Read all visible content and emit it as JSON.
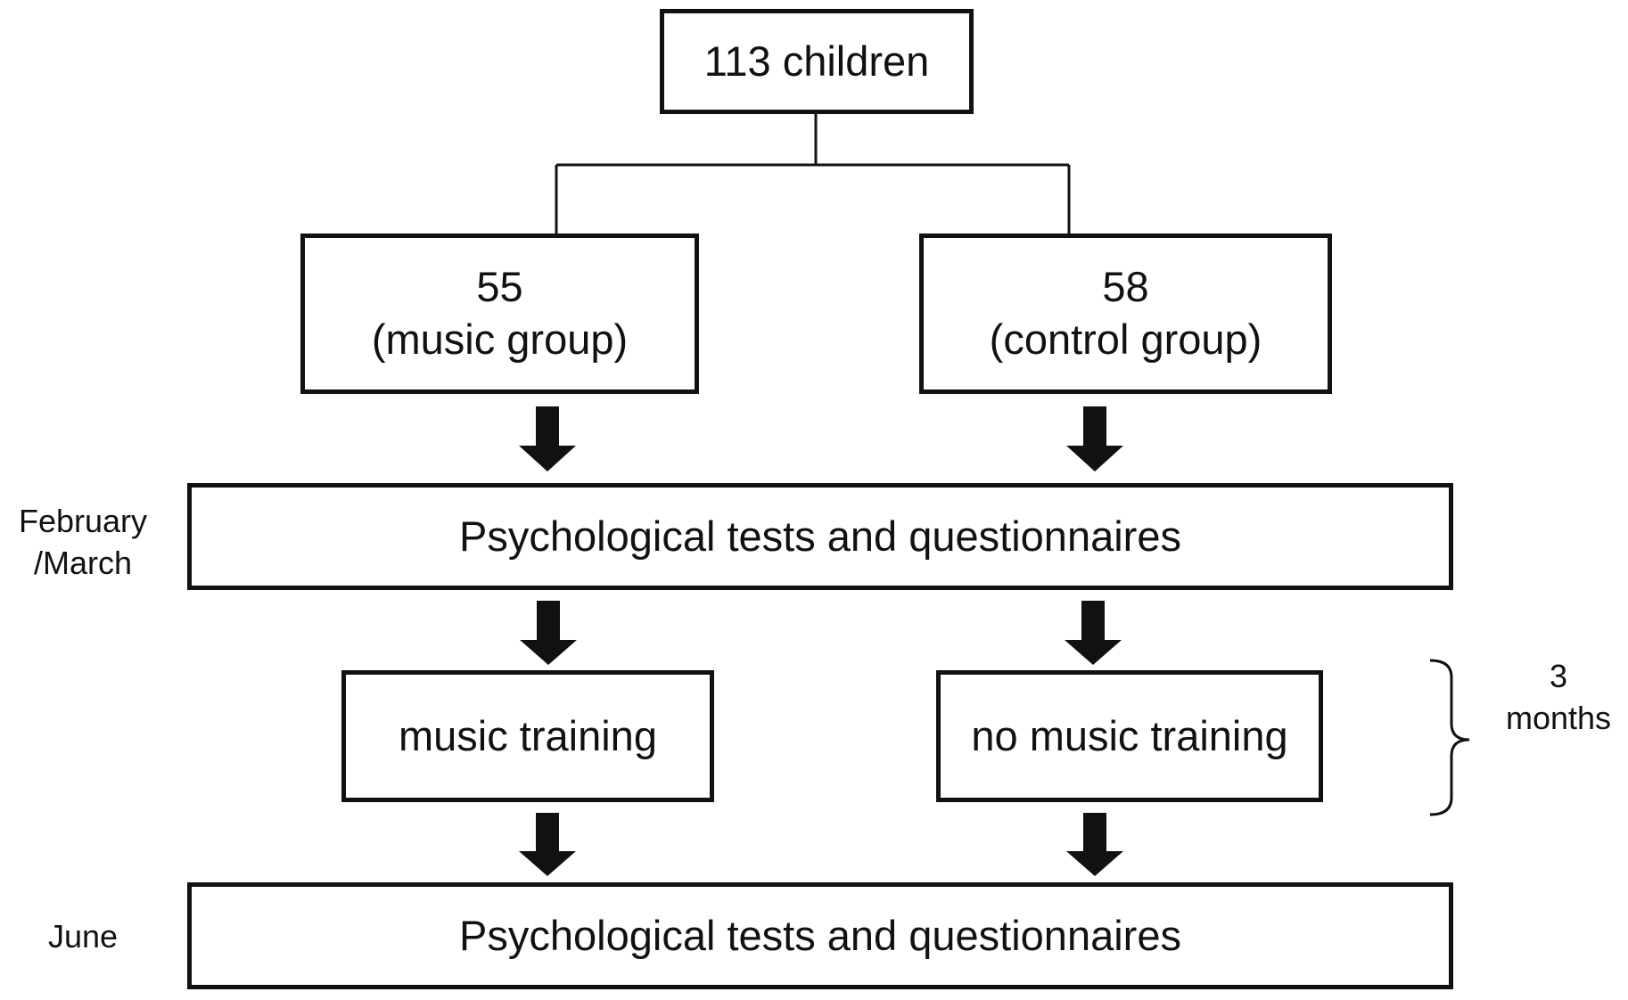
{
  "root": {
    "label": "113 children"
  },
  "groups": [
    {
      "count": "55",
      "name": "(music group)"
    },
    {
      "count": "58",
      "name": "(control group)"
    }
  ],
  "pre_test": {
    "label": "Psychological tests and questionnaires"
  },
  "training": [
    {
      "label": "music training"
    },
    {
      "label": "no music training"
    }
  ],
  "post_test": {
    "label": "Psychological tests and questionnaires"
  },
  "timeline": {
    "pre_label_line1": "February",
    "pre_label_line2": "/March",
    "duration_line1": "3",
    "duration_line2": "months",
    "post_label": "June"
  },
  "colors": {
    "line": "#111111",
    "fill": "#ffffff"
  }
}
